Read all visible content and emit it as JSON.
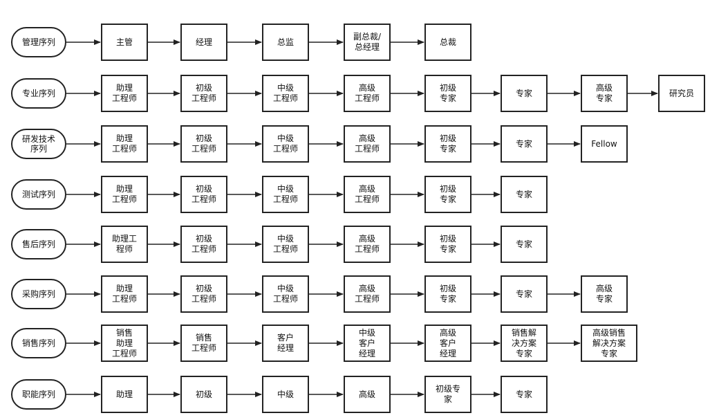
{
  "lanes": [
    {
      "label": "管理序列",
      "nodes": [
        "主管",
        "经理",
        "总监",
        "副总裁/\n总经理",
        "总裁"
      ]
    },
    {
      "label": "专业序列",
      "nodes": [
        "助理\n工程师",
        "初级\n工程师",
        "中级\n工程师",
        "高级\n工程师",
        "初级\n专家",
        "专家",
        "高级\n专家",
        "研究员"
      ]
    },
    {
      "label": "研发技术\n序列",
      "nodes": [
        "助理\n工程师",
        "初级\n工程师",
        "中级\n工程师",
        "高级\n工程师",
        "初级\n专家",
        "专家",
        "Fellow"
      ]
    },
    {
      "label": "测试序列",
      "nodes": [
        "助理\n工程师",
        "初级\n工程师",
        "中级\n工程师",
        "高级\n工程师",
        "初级\n专家",
        "专家"
      ]
    },
    {
      "label": "售后序列",
      "nodes": [
        "助理工\n程师",
        "初级\n工程师",
        "中级\n工程师",
        "高级\n工程师",
        "初级\n专家",
        "专家"
      ]
    },
    {
      "label": "采购序列",
      "nodes": [
        "助理\n工程师",
        "初级\n工程师",
        "中级\n工程师",
        "高级\n工程师",
        "初级\n专家",
        "专家",
        "高级\n专家"
      ]
    },
    {
      "label": "销售序列",
      "nodes": [
        "销售\n助理\n工程师",
        "销售\n工程师",
        "客户\n经理",
        "中级\n客户\n经理",
        "高级\n客户\n经理",
        "销售解\n决方案\n专家",
        "高级销售\n解决方案\n专家"
      ]
    },
    {
      "label": "职能序列",
      "nodes": [
        "助理",
        "初级",
        "中级",
        "高级",
        "初级专\n家",
        "专家"
      ]
    }
  ]
}
